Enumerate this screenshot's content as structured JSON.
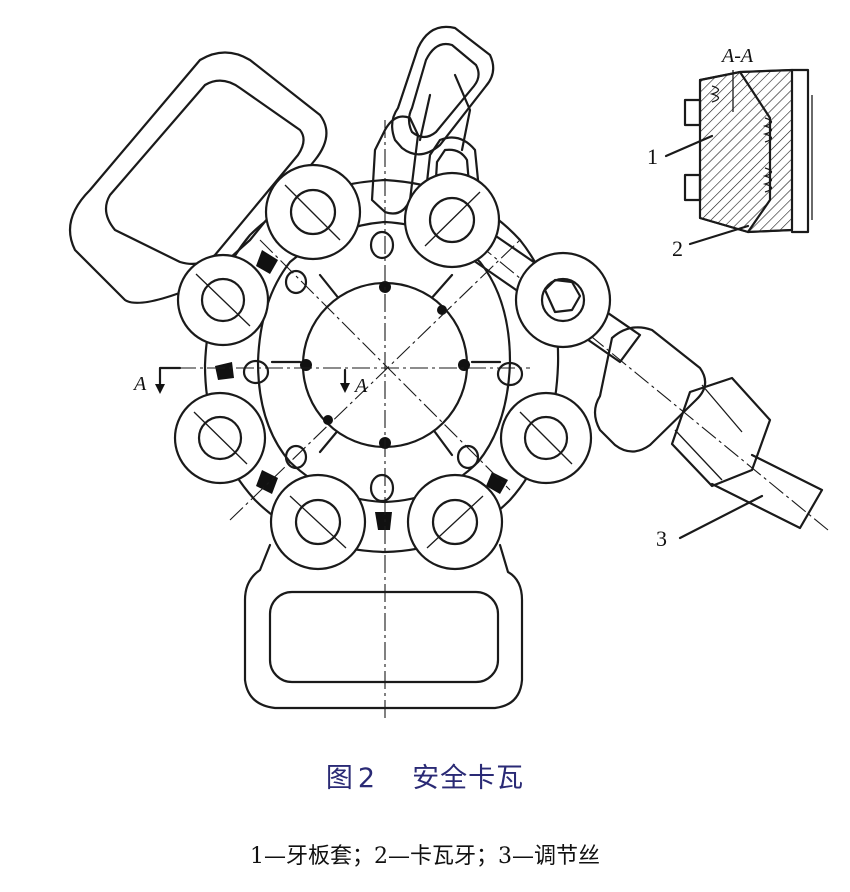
{
  "figure": {
    "caption_prefix": "图",
    "caption_number": "2",
    "caption_title": "安全卡瓦",
    "legend": "1—牙板套；2—卡瓦牙；3—调节丝",
    "section_label": "A-A",
    "callouts": [
      "1",
      "2",
      "3"
    ],
    "section_marks": [
      "A",
      "A"
    ]
  }
}
